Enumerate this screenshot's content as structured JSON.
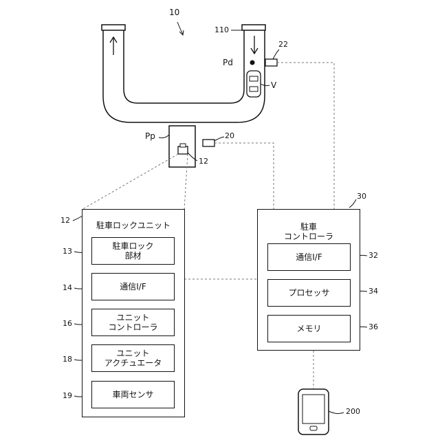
{
  "figure_number": "10",
  "track_number": "110",
  "labels": {
    "pd": "Pd",
    "pp": "Pp",
    "v": "V",
    "ref_22": "22",
    "ref_20": "20",
    "ref_12_small": "12",
    "ref_12_panel": "12",
    "ref_30": "30",
    "ref_13": "13",
    "ref_14": "14",
    "ref_16": "16",
    "ref_18": "18",
    "ref_19": "19",
    "ref_32": "32",
    "ref_34": "34",
    "ref_36": "36",
    "ref_200": "200"
  },
  "lock_unit": {
    "title": "駐車ロックユニット",
    "blocks": [
      "駐車ロック\n部材",
      "通信I/F",
      "ユニット\nコントローラ",
      "ユニット\nアクチュエータ",
      "車両センサ"
    ]
  },
  "controller": {
    "title": "駐車\nコントローラ",
    "blocks": [
      "通信I/F",
      "プロセッサ",
      "メモリ"
    ]
  }
}
